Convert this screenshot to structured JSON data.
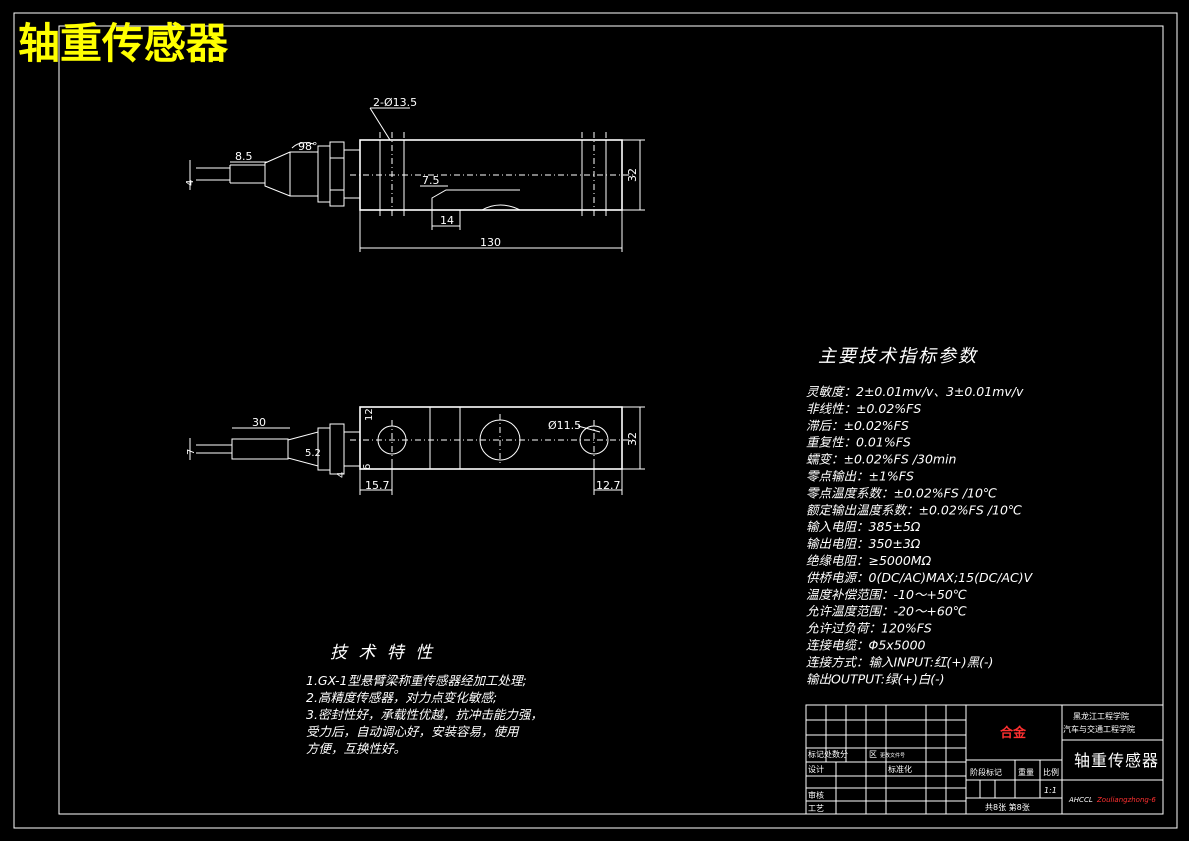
{
  "title": "轴重传感器",
  "dims": {
    "holes": "2-Ø13.5",
    "angle": "98°",
    "d1": "8.5",
    "d_cable_dia": "4",
    "d_7_5": "7.5",
    "d_14": "14",
    "d_32_top": "32",
    "d_130": "130",
    "d_30": "30",
    "d_7": "7",
    "d_5_2": "5.2",
    "d_12": "12",
    "d_6": "6",
    "d_4_bottom": "4",
    "d_15_7": "15.7",
    "d_11_5": "Ø11.5",
    "d_32_bottom": "32",
    "d_12_7": "12.7"
  },
  "specs": {
    "heading": "主要技术指标参数",
    "lines": [
      "灵敏度：2±0.01mv/v、3±0.01mv/v",
      "非线性：±0.02%FS",
      "滞后：±0.02%FS",
      "重复性：0.01%FS",
      "蠕变：±0.02%FS /30min",
      "零点输出：±1%FS",
      "零点温度系数：±0.02%FS /10℃",
      "额定输出温度系数：±0.02%FS /10℃",
      "输入电阻：385±5Ω",
      "输出电阻：350±3Ω",
      "绝缘电阻：≥5000MΩ",
      "供桥电源：0(DC/AC)MAX;15(DC/AC)V",
      "温度补偿范围：-10～+50℃",
      "允许温度范围：-20～+60℃",
      "允许过负荷：120%FS",
      "连接电缆：Φ5x5000",
      "连接方式：输入INPUT:红(+)黑(-)",
      "          输出OUTPUT:绿(+)白(-)"
    ]
  },
  "features": {
    "heading": "技 术 特 性",
    "lines": [
      "1.GX-1型悬臂梁称重传感器经加工处理;",
      "2.高精度传感器，对力点变化敏感;",
      "3.密封性好，承载性优越，抗冲击能力强，",
      "  受力后，自动调心好，安装容易，使用",
      "  方便，互换性好。"
    ]
  },
  "titleblock": {
    "material": "合金",
    "school_1": "黑龙江工程学院",
    "school_2": "汽车与交通工程学院",
    "part_name": "轴重传感器",
    "row_mark": "标记处数分",
    "row_mark2": "区",
    "row_mark3": "更改文件号",
    "row_design": "设计",
    "row_std": "标准化",
    "col_stage": "阶段标记",
    "col_weight": "重量",
    "col_scale": "比例",
    "scale": "1:1",
    "row_check": "审核",
    "row_process": "工艺",
    "sheets": "共8张    第8张",
    "drawing_no_prefix": "AHCCL",
    "drawing_no": "Zouliangzhong-6"
  }
}
